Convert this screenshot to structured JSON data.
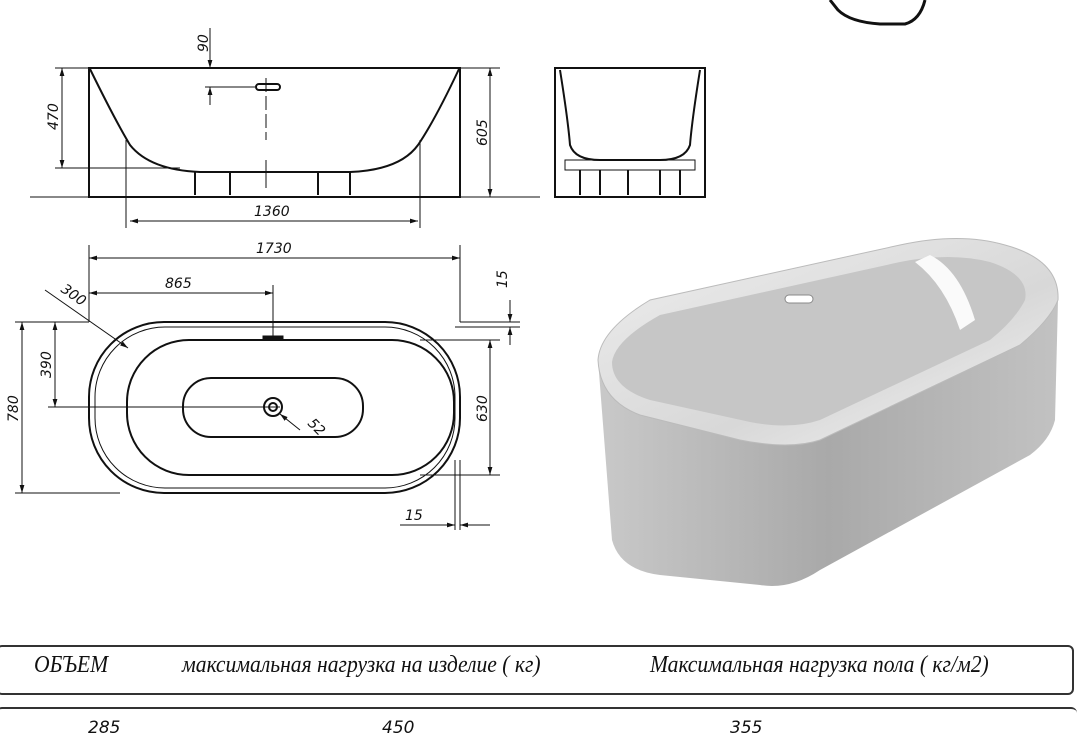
{
  "drawing": {
    "side_view": {
      "depth": "470",
      "overflow_offset": "90",
      "height": "605",
      "leg_span": "1360"
    },
    "top_view": {
      "length": "1730",
      "half_length": "865",
      "radius": "300",
      "rim_offset_top": "15",
      "width": "780",
      "drain_offset": "390",
      "inner_width": "630",
      "drain_diameter": "52",
      "rim_offset_side": "15"
    }
  },
  "table": {
    "headers": [
      "ОБЪЕМ",
      "максимальная нагрузка на изделие ( кг)",
      "Максимальная нагрузка пола ( кг/м2)"
    ],
    "values": [
      "285",
      "450",
      "355"
    ]
  }
}
